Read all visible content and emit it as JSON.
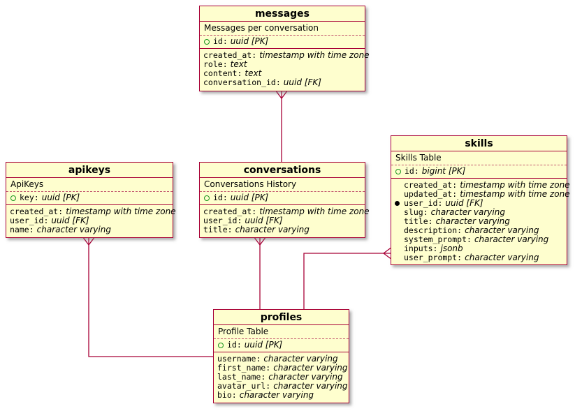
{
  "diagram": {
    "colors": {
      "box_fill": "#FEFECE",
      "border": "#A80036",
      "line": "#A80036",
      "pk_icon_green": "#18951D",
      "fk_dot_black": "#000000",
      "background": "#FFFFFF"
    },
    "icons": {
      "primary_key": "green-circle-outline-icon",
      "required_field": "black-filled-dot-icon"
    },
    "tables": [
      {
        "id": "messages",
        "title": "messages",
        "description": "Messages per conversation",
        "keys": [
          {
            "name": "id",
            "type": "uuid [PK]"
          }
        ],
        "fields": [
          {
            "name": "created_at",
            "type": "timestamp with time zone"
          },
          {
            "name": "role",
            "type": "text"
          },
          {
            "name": "content",
            "type": "text"
          },
          {
            "name": "conversation_id",
            "type": "uuid [FK]"
          }
        ]
      },
      {
        "id": "apikeys",
        "title": "apikeys",
        "description": "ApiKeys",
        "keys": [
          {
            "name": "key",
            "type": "uuid [PK]"
          }
        ],
        "fields": [
          {
            "name": "created_at",
            "type": "timestamp with time zone"
          },
          {
            "name": "user_id",
            "type": "uuid [FK]"
          },
          {
            "name": "name",
            "type": "character varying"
          }
        ]
      },
      {
        "id": "conversations",
        "title": "conversations",
        "description": "Conversations History",
        "keys": [
          {
            "name": "id",
            "type": "uuid [PK]"
          }
        ],
        "fields": [
          {
            "name": "created_at",
            "type": "timestamp with time zone"
          },
          {
            "name": "user_id",
            "type": "uuid [FK]"
          },
          {
            "name": "title",
            "type": "character varying"
          }
        ]
      },
      {
        "id": "skills",
        "title": "skills",
        "description": "Skills Table",
        "keys": [
          {
            "name": "id",
            "type": "bigint [PK]"
          }
        ],
        "fields": [
          {
            "name": "created_at",
            "type": "timestamp with time zone",
            "bullet": false
          },
          {
            "name": "updated_at",
            "type": "timestamp with time zone",
            "bullet": false
          },
          {
            "name": "user_id",
            "type": "uuid [FK]",
            "bullet": true
          },
          {
            "name": "slug",
            "type": "character varying",
            "bullet": false
          },
          {
            "name": "title",
            "type": "character varying",
            "bullet": false
          },
          {
            "name": "description",
            "type": "character varying",
            "bullet": false
          },
          {
            "name": "system_prompt",
            "type": "character varying",
            "bullet": false
          },
          {
            "name": "inputs",
            "type": "jsonb",
            "bullet": false
          },
          {
            "name": "user_prompt",
            "type": "character varying",
            "bullet": false
          }
        ]
      },
      {
        "id": "profiles",
        "title": "profiles",
        "description": "Profile Table",
        "keys": [
          {
            "name": "id",
            "type": "uuid [PK]"
          }
        ],
        "fields": [
          {
            "name": "username",
            "type": "character varying"
          },
          {
            "name": "first_name",
            "type": "character varying"
          },
          {
            "name": "last_name",
            "type": "character varying"
          },
          {
            "name": "avatar_url",
            "type": "character varying"
          },
          {
            "name": "bio",
            "type": "character varying"
          }
        ]
      }
    ],
    "relationships": [
      {
        "from": "messages",
        "to": "conversations",
        "many_end": "messages"
      },
      {
        "from": "apikeys",
        "to": "profiles",
        "many_end": "apikeys"
      },
      {
        "from": "conversations",
        "to": "profiles",
        "many_end": "conversations"
      },
      {
        "from": "skills",
        "to": "profiles",
        "many_end": "skills"
      }
    ]
  }
}
